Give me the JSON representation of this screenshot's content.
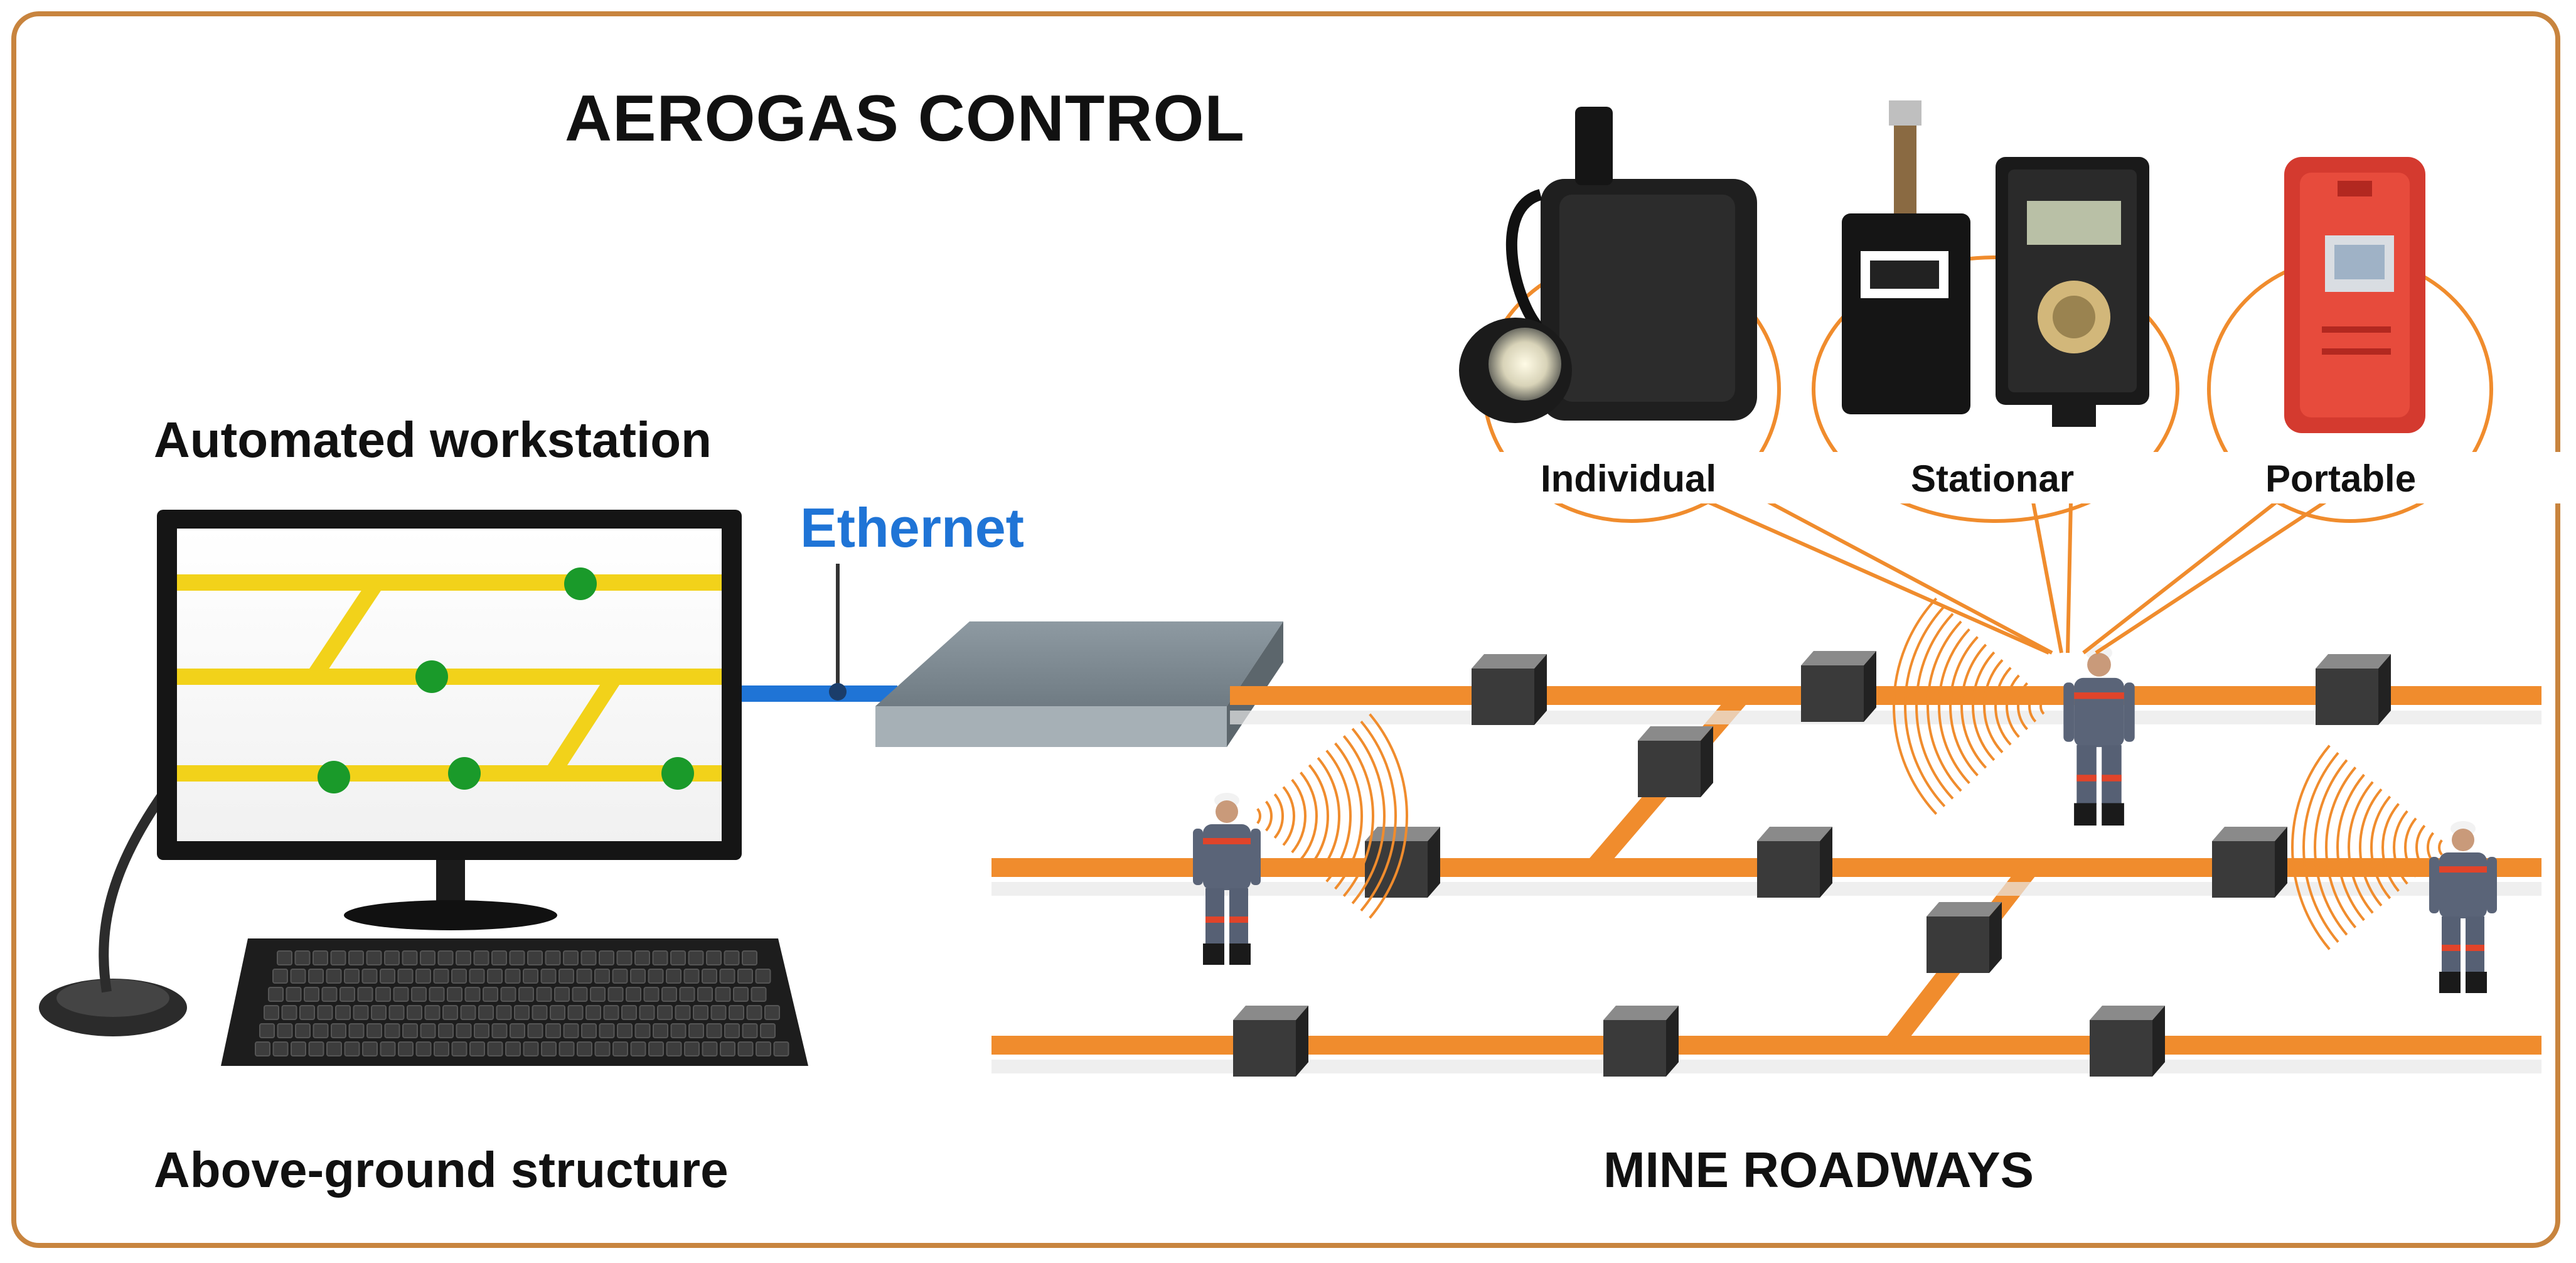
{
  "diagram": {
    "title": "AEROGAS CONTROL",
    "workstation_label": "Automated workstation",
    "link_label": "Ethernet",
    "above_ground_label": "Above-ground structure",
    "mine_label": "MINE ROADWAYS",
    "devices": [
      {
        "label": "Individual",
        "icon": "cap-lamp-icon"
      },
      {
        "label": "Stationar",
        "icon": "stationary-sensor-icon"
      },
      {
        "label": "Portable",
        "icon": "portable-detector-icon"
      }
    ]
  },
  "colors": {
    "frame": "#c8843e",
    "roadway": "#f08c2d",
    "monitor_lines": "#f2d21a",
    "monitor_nodes": "#1a9a2a",
    "ethernet": "#1f74d6",
    "switch": "#7f8c94",
    "sensor_box": "#3a3a3a",
    "worker_suit": "#5a6478",
    "worker_accent": "#e0442a"
  }
}
